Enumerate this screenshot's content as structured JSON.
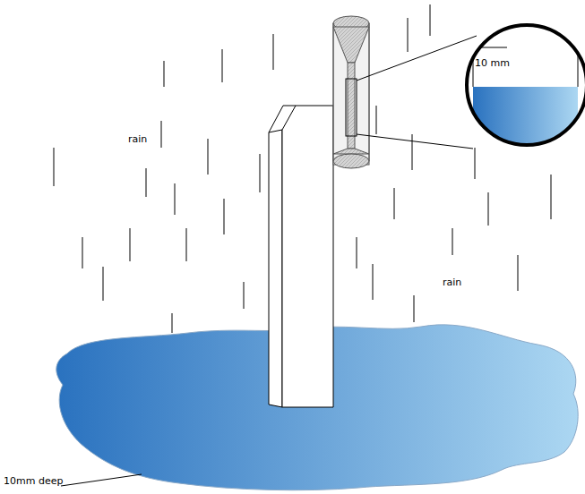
{
  "diagram": {
    "labels": [
      "rain",
      "rain",
      "10 mm",
      "10mm deep"
    ]
  }
}
